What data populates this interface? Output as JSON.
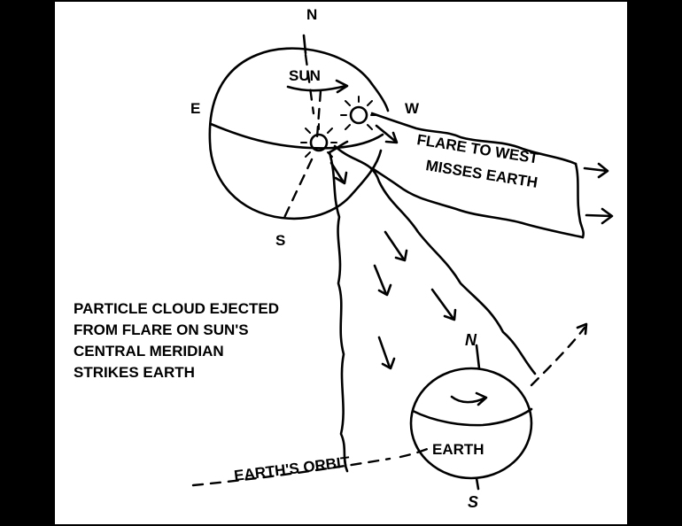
{
  "labels": {
    "north": "N",
    "south": "S",
    "east": "E",
    "west": "W",
    "sun": "SUN",
    "flare_west_line1": "FLARE TO WEST",
    "flare_west_line2": "MISSES EARTH",
    "cloud_line1": "PARTICLE CLOUD EJECTED",
    "cloud_line2": "FROM FLARE ON SUN'S",
    "cloud_line3": "CENTRAL MERIDIAN",
    "cloud_line4": "STRIKES EARTH",
    "earth_north": "N",
    "earth_south": "S",
    "earth": "EARTH",
    "orbit": "EARTH'S ORBIT"
  },
  "colors": {
    "frame": "#000000",
    "canvas": "#ffffff",
    "ink": "#000000"
  }
}
